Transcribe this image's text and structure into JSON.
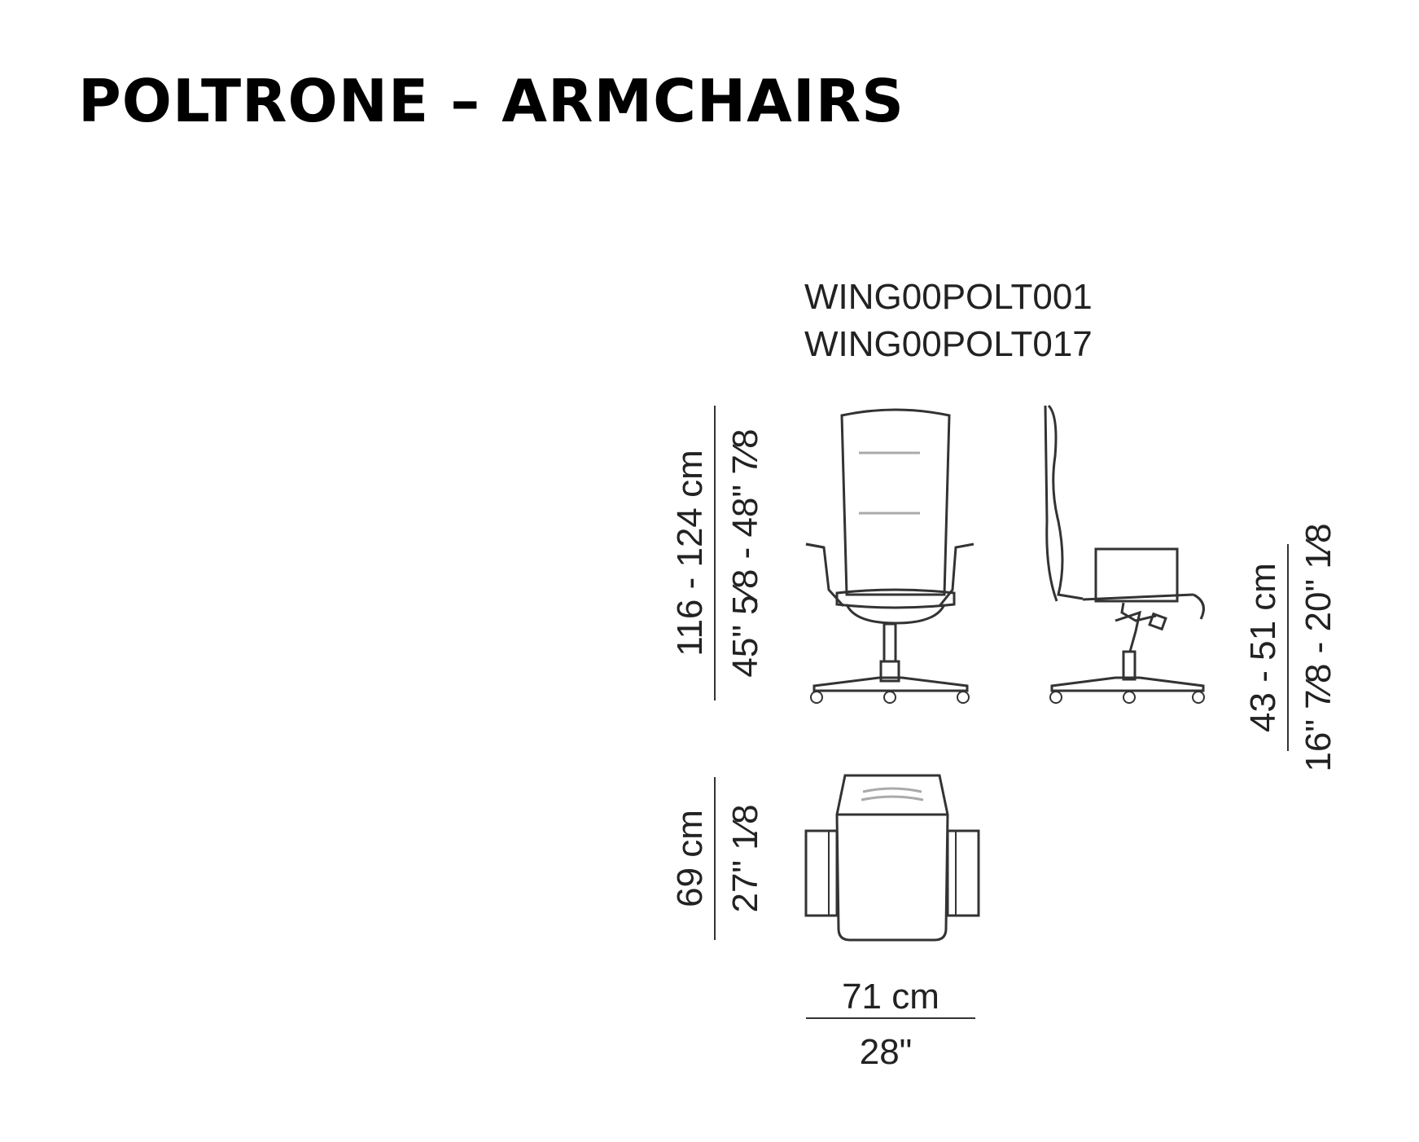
{
  "title": "POLTRONE – ARMCHAIRS",
  "codes": [
    "WING00POLT001",
    "WING00POLT017"
  ],
  "dimensions": {
    "height_cm": "116 - 124 cm",
    "height_in": "45\" 5⁄8 - 48\" 7⁄8",
    "seat_height_cm": "43 - 51 cm",
    "seat_height_in": "16\" 7⁄8 - 20\" 1⁄8",
    "depth_cm": "69 cm",
    "depth_in": "27\" 1⁄8",
    "width_cm": "71 cm",
    "width_in": "28\""
  },
  "colors": {
    "line": "#333333",
    "accent_grey": "#aaaaaa"
  }
}
